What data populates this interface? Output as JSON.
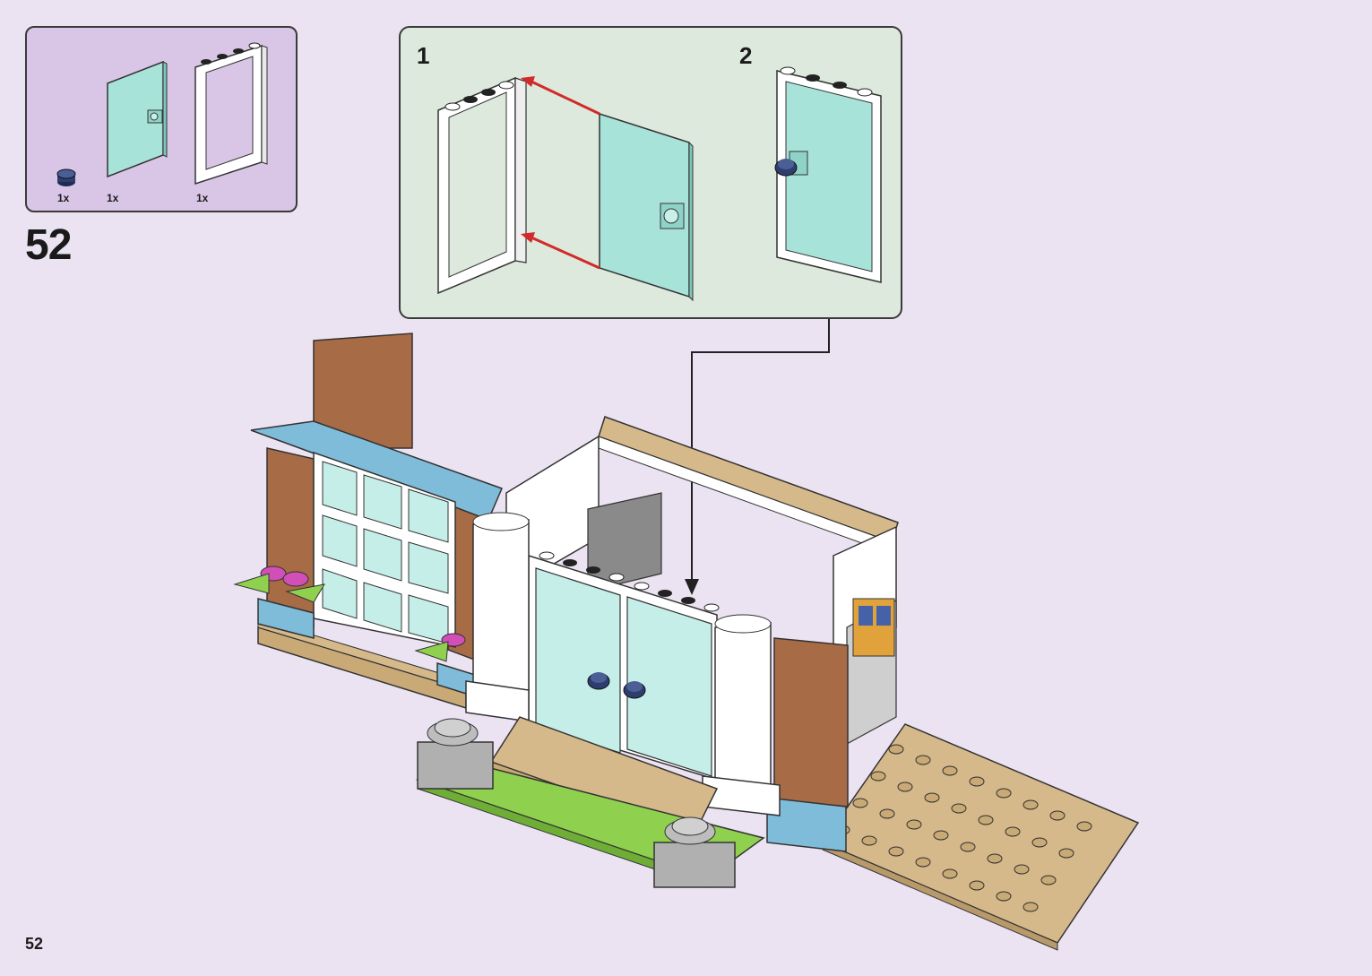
{
  "step": {
    "number": "52"
  },
  "page": {
    "number": "52"
  },
  "parts": [
    {
      "name": "round-plate-dark-blue",
      "qty": "1x",
      "color": "#2d3e6e"
    },
    {
      "name": "door-transparent",
      "qty": "1x",
      "color": "#a8e3da"
    },
    {
      "name": "door-frame-white",
      "qty": "1x",
      "color": "#ffffff"
    }
  ],
  "substeps": [
    {
      "label": "1"
    },
    {
      "label": "2"
    }
  ],
  "colors": {
    "background": "#ece3f2",
    "parts_box": "#d9c6e6",
    "substep_box": "#dde9dc",
    "arrow_red": "#d12a2a",
    "brick_brown": "#a76b45",
    "tan": "#d6b98a",
    "sky_blue": "#7fbcd9",
    "lime": "#8fd14f"
  }
}
